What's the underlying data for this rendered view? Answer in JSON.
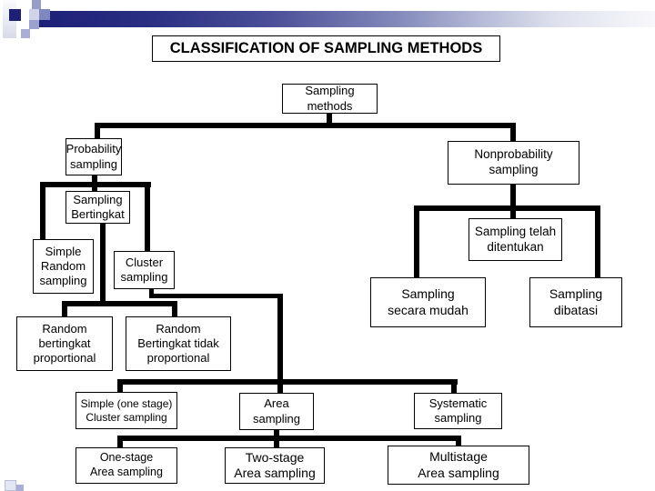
{
  "slide": {
    "title": "CLASSIFICATION OF SAMPLING METHODS"
  },
  "diagram": {
    "nodes": [
      {
        "id": "sampling-methods",
        "lines": [
          "Sampling",
          "methods"
        ]
      },
      {
        "id": "probability-sampling",
        "lines": [
          "Probability",
          "sampling"
        ]
      },
      {
        "id": "nonprobability-sampling",
        "lines": [
          "Nonprobability",
          "sampling"
        ]
      },
      {
        "id": "sampling-bertingkat",
        "lines": [
          "Sampling",
          "Bertingkat"
        ]
      },
      {
        "id": "simple-random-sampling",
        "lines": [
          "Simple",
          "Random",
          "sampling"
        ]
      },
      {
        "id": "cluster-sampling",
        "lines": [
          "Cluster",
          "sampling"
        ]
      },
      {
        "id": "sampling-telah-ditentukan",
        "lines": [
          "Sampling telah",
          "ditentukan"
        ]
      },
      {
        "id": "sampling-secara-mudah",
        "lines": [
          "Sampling",
          "secara mudah"
        ]
      },
      {
        "id": "sampling-dibatasi",
        "lines": [
          "Sampling",
          "dibatasi"
        ]
      },
      {
        "id": "random-bertingkat-proportional",
        "lines": [
          "Random",
          "bertingkat",
          "proportional"
        ]
      },
      {
        "id": "random-bertingkat-tidak-proportional",
        "lines": [
          "Random",
          "Bertingkat tidak",
          "proportional"
        ]
      },
      {
        "id": "simple-one-stage-cluster-sampling",
        "lines": [
          "Simple (one stage)",
          "Cluster sampling"
        ]
      },
      {
        "id": "area-sampling",
        "lines": [
          "Area",
          "sampling"
        ]
      },
      {
        "id": "systematic-sampling",
        "lines": [
          "Systematic",
          "sampling"
        ]
      },
      {
        "id": "one-stage-area-sampling",
        "lines": [
          "One-stage",
          "Area sampling"
        ]
      },
      {
        "id": "two-stage-area-sampling",
        "lines": [
          "Two-stage",
          "Area sampling"
        ]
      },
      {
        "id": "multistage-area-sampling",
        "lines": [
          "Multistage",
          "Area sampling"
        ]
      }
    ]
  },
  "colors": {
    "accent_navy": "#1d2077",
    "connector_black": "#000000",
    "box_border": "#000000",
    "box_background": "#ffffff"
  }
}
